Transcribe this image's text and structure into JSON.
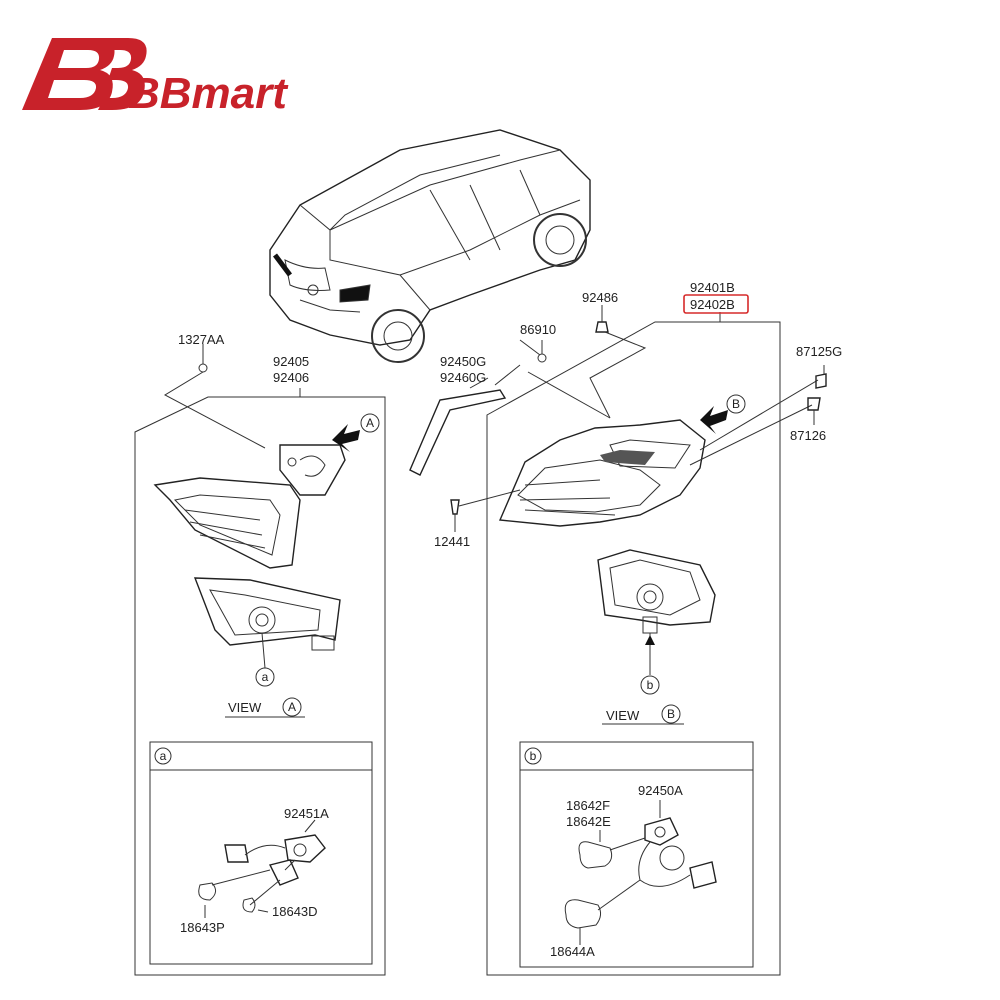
{
  "brand": {
    "name": "BBmart",
    "color": "#c8222a"
  },
  "left_group": {
    "part_numbers": [
      "92405",
      "92406"
    ],
    "clip_part": "1327AA",
    "view_marker": "A"
  },
  "center_parts": {
    "garnish": [
      "92450G",
      "92460G"
    ],
    "screw": "12441",
    "nut": "86910"
  },
  "right_group": {
    "part_numbers": [
      "92401B",
      "92402B"
    ],
    "highlighted": "92402B",
    "nut": "92486",
    "bolt_top": "87125G",
    "bolt_bottom": "87126",
    "view_marker": "B"
  },
  "view_a": {
    "label": "VIEW",
    "marker": "A",
    "socket_marker": "a"
  },
  "view_b": {
    "label": "VIEW",
    "marker": "B",
    "socket_marker": "b"
  },
  "detail_a": {
    "marker": "a",
    "parts": {
      "socket": "92451A",
      "bulb_1": "18643P",
      "bulb_2": "18643D"
    }
  },
  "detail_b": {
    "marker": "b",
    "parts": {
      "socket": "92450A",
      "bulb_top_1": "18642F",
      "bulb_top_2": "18642E",
      "bulb_bottom": "18644A"
    }
  },
  "colors": {
    "line": "#333333",
    "highlight_box": "#d62a2a"
  }
}
